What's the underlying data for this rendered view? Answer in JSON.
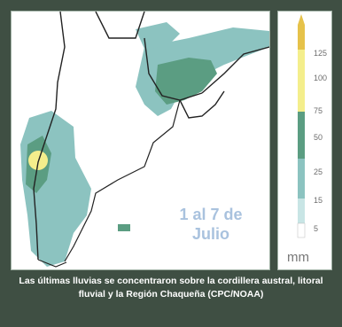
{
  "map": {
    "date_text": "1 al 7 de Julio"
  },
  "legend": {
    "ticks": [
      "125",
      "100",
      "75",
      "50",
      "25",
      "15",
      "5"
    ],
    "unit": "mm",
    "colors": {
      "top": "#e6c24a",
      "yellow": "#f4ee8c",
      "green": "#5b9d82",
      "teal": "#8cc3c0",
      "light": "#c8e5e5",
      "white": "#ffffff"
    }
  },
  "caption": {
    "text": "Las últimas lluvias se concentraron sobre la cordillera austral, litoral fluvial y la Región Chaqueña (CPC/NOAA)"
  }
}
